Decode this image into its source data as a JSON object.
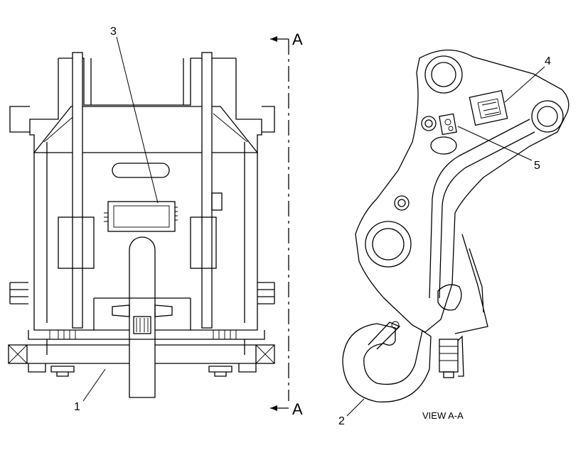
{
  "callouts": {
    "c1": "1",
    "c2": "2",
    "c3": "3",
    "c4": "4",
    "c5": "5"
  },
  "section_marker": {
    "top_letter": "A",
    "bottom_letter": "A"
  },
  "view_label": "VIEW A-A"
}
